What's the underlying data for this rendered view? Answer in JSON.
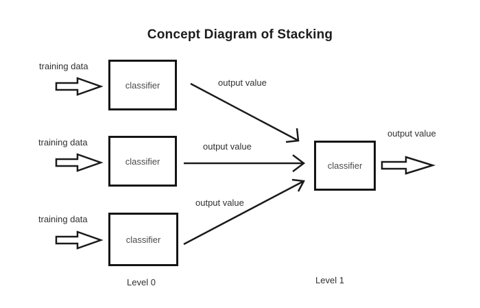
{
  "title": "Concept Diagram of Stacking",
  "level0": {
    "label": "Level 0",
    "rows": [
      {
        "input": "training data",
        "box": "classifier",
        "output": "output value"
      },
      {
        "input": "training data",
        "box": "classifier",
        "output": "output value"
      },
      {
        "input": "training data",
        "box": "classifier",
        "output": "output value"
      }
    ]
  },
  "level1": {
    "label": "Level 1",
    "box": "classifier",
    "output": "output value"
  },
  "colors": {
    "line": "#1a1a1a",
    "box_border": "#141414",
    "text": "#2f2f2f"
  }
}
